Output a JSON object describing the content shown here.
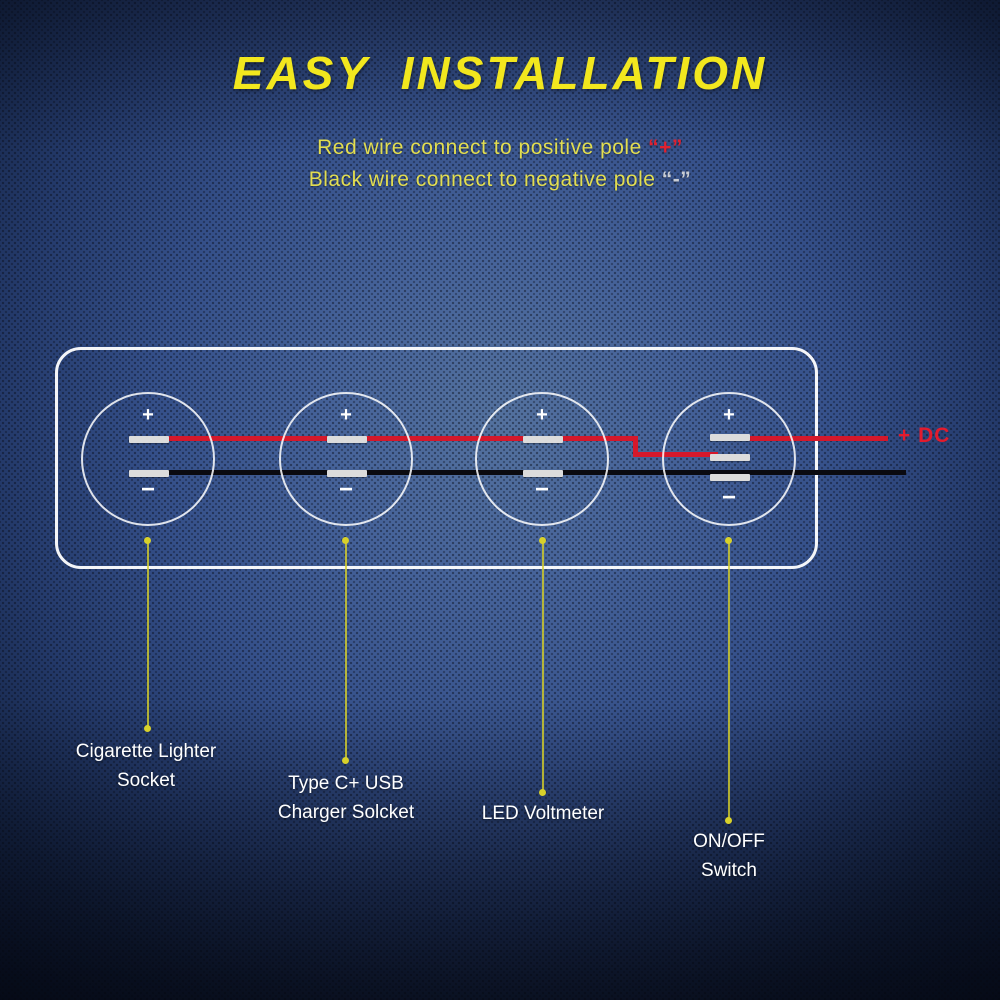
{
  "title": "EASY  INSTALLATION",
  "instructions": {
    "line1_text": "Red wire connect to positive pole ",
    "line1_mark": "“+”",
    "line2_text": "Black wire connect to negative pole ",
    "line2_mark": "“-”"
  },
  "wiring": {
    "plus_symbol": "+",
    "minus_symbol": "−",
    "dc_label": "+ DC",
    "positive_wire_color": "#d5182b",
    "negative_wire_color": "#0a0a10"
  },
  "colors": {
    "title_yellow": "#f2e71e",
    "subtitle_yellow": "#e2dd50",
    "accent_red": "#e0212f",
    "leader_yellow": "#d8d12b",
    "panel_white": "#ffffff",
    "background_blue": "#35508a"
  },
  "components": [
    {
      "label": "Cigarette Lighter\nSocket"
    },
    {
      "label": "Type C+ USB\nCharger Solcket"
    },
    {
      "label": "LED Voltmeter"
    },
    {
      "label": "ON/OFF\nSwitch"
    }
  ]
}
